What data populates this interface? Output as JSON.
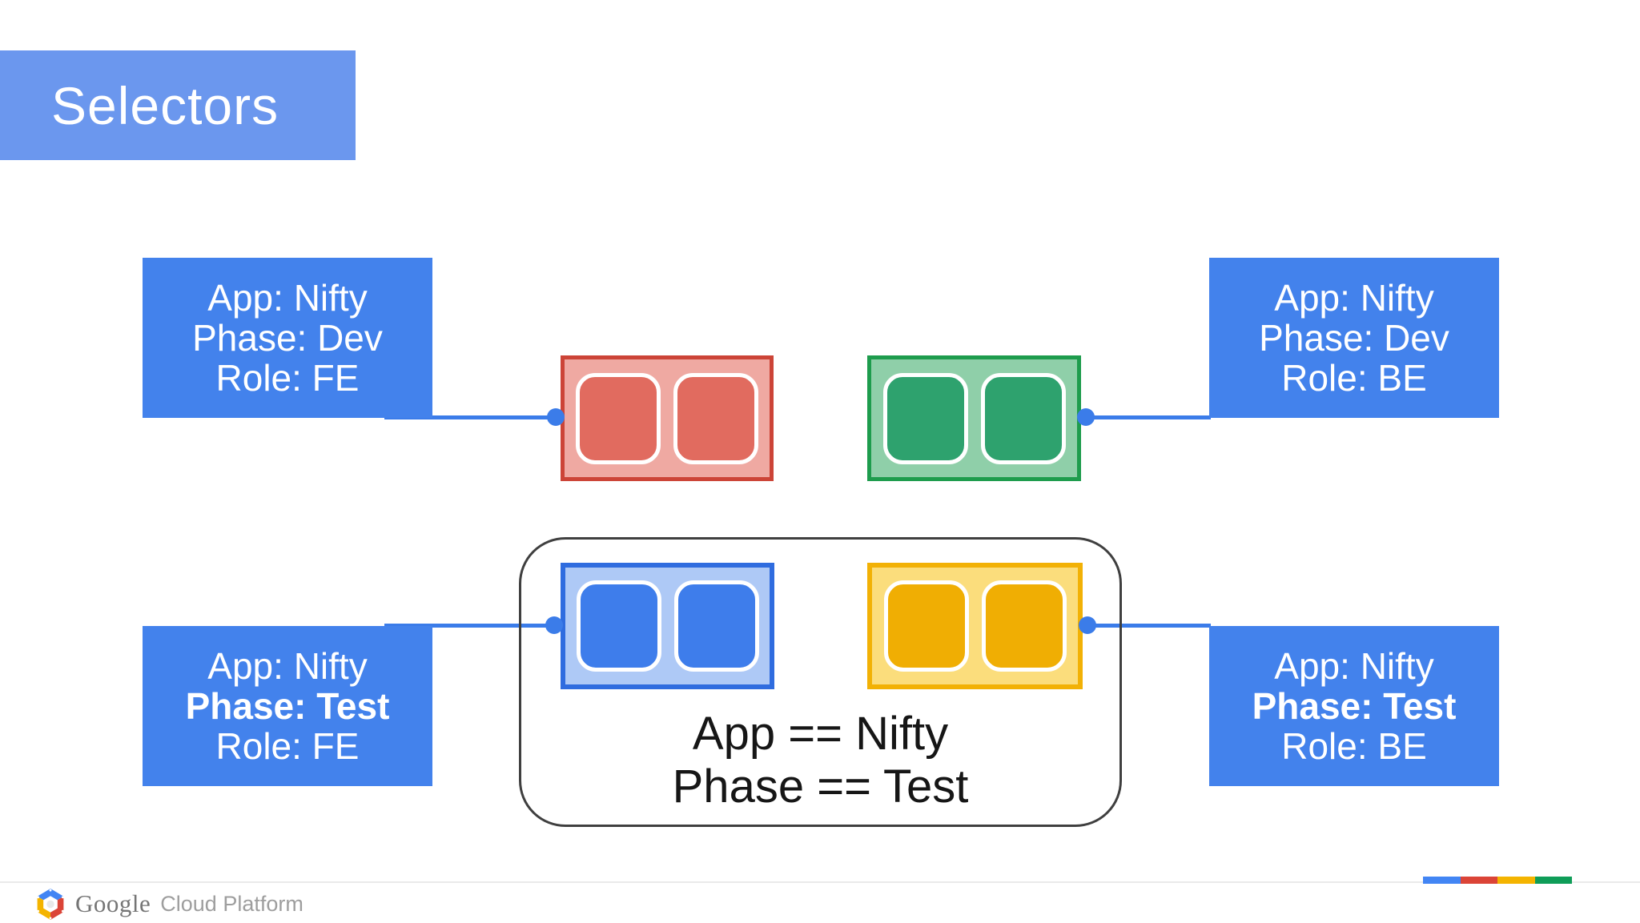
{
  "title": {
    "text": "Selectors"
  },
  "selector_labels": {
    "top_left": {
      "lines": [
        {
          "text": "App: Nifty",
          "weight": "normal"
        },
        {
          "text": "Phase: Dev",
          "weight": "normal"
        },
        {
          "text": "Role: FE",
          "weight": "normal"
        }
      ]
    },
    "top_right": {
      "lines": [
        {
          "text": "App: Nifty",
          "weight": "normal"
        },
        {
          "text": "Phase: Dev",
          "weight": "normal"
        },
        {
          "text": "Role: BE",
          "weight": "normal"
        }
      ]
    },
    "bottom_left": {
      "lines": [
        {
          "text": "App: Nifty",
          "weight": "normal"
        },
        {
          "text": "Phase: Test",
          "weight": "bold"
        },
        {
          "text": "Role: FE",
          "weight": "normal"
        }
      ]
    },
    "bottom_right": {
      "lines": [
        {
          "text": "App: Nifty",
          "weight": "normal"
        },
        {
          "text": "Phase: Test",
          "weight": "bold"
        },
        {
          "text": "Role: BE",
          "weight": "normal"
        }
      ]
    }
  },
  "pods": {
    "dev_fe": {
      "color": "red",
      "containers": 2
    },
    "dev_be": {
      "color": "green",
      "containers": 2
    },
    "test_fe": {
      "color": "blue",
      "containers": 2
    },
    "test_be": {
      "color": "yellow",
      "containers": 2
    }
  },
  "selector_group": {
    "lines": [
      "App == Nifty",
      "Phase == Test"
    ]
  },
  "footer": {
    "logo_google": "Google",
    "logo_suffix": "Cloud Platform"
  },
  "colors": {
    "title_bg": "#6B97EE",
    "label_bg": "#4382EC",
    "line_blue": "#3B7CE9",
    "pod_red_border": "#CC4437",
    "pod_red_fill": "#EFA9A2",
    "pod_red_inner": "#E16B5F",
    "pod_green_border": "#1E9C4D",
    "pod_green_fill": "#8FCFA9",
    "pod_green_inner": "#2EA26E",
    "pod_blue_border": "#2F6CDF",
    "pod_blue_fill": "#AEC9F6",
    "pod_blue_inner": "#3E7DEB",
    "pod_yellow_border": "#F2B105",
    "pod_yellow_fill": "#FBDD7C",
    "pod_yellow_inner": "#F0AE03",
    "group_border": "#3F3F3F",
    "text_dark": "#161616",
    "divider": "#EAEAEA",
    "google_gray": "#757575",
    "platform_gray": "#9E9E9E",
    "stripe_blue": "#4285F4",
    "stripe_red": "#DB4437",
    "stripe_yellow": "#F4B400",
    "stripe_green": "#0F9D58"
  }
}
